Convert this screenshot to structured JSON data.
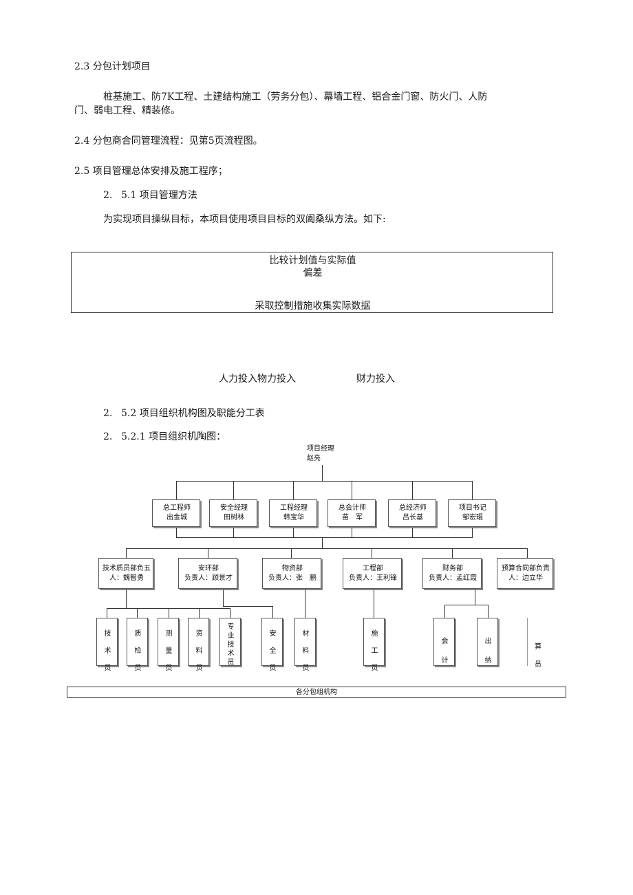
{
  "doc": {
    "s23_heading": "2.3 分包计划项目",
    "s23_body_line1": "桩基施工、防7K工程、土建结构施工（劳务分包）、幕墙工程、铝合金门窗、防火门、人防",
    "s23_body_line2": "门、弱电工程、精装修。",
    "s24": "2.4 分包商合同管理流程：见第5页流程图。",
    "s25": "2.5 项目管理总体安排及施工程序；",
    "s251_num": "2.",
    "s251_title": "5.1 项目管理方法",
    "s251_body": "为实现项目操纵目标，本项目使用项目目标的双阖桑纵方法。如下:",
    "control_box": {
      "line1": "比较计划值与实际值",
      "line2": "偏差",
      "line3": "采取控制措施收集实际数据"
    },
    "inputs_left": "人力投入物力投入",
    "inputs_right": "财力投入",
    "s252_num": "2.",
    "s252_title": "5.2 项目组织机构图及职能分工表",
    "s2521_num": "2.",
    "s2521_title": "5.2.1 项目组织机陶图："
  },
  "org": {
    "top": {
      "title": "项目经理",
      "name": "赵亮"
    },
    "level2": [
      {
        "title": "总工程师",
        "name": "出金城"
      },
      {
        "title": "安全经理",
        "name": "田树林"
      },
      {
        "title": "工程经理",
        "name": "韩宝华"
      },
      {
        "title": "总会计师",
        "name": "苗　军"
      },
      {
        "title": "总经济师",
        "name": "吕长基"
      },
      {
        "title": "项目书记",
        "name": "邹宏琨"
      }
    ],
    "level3": [
      {
        "line1": "技术质员部负五",
        "line2": "人：魏智勇"
      },
      {
        "line1": "安环部",
        "line2": "负责人：顾景才"
      },
      {
        "line1": "物资部",
        "line2": "负责人：张　鹏"
      },
      {
        "line1": "工程部",
        "line2": "负责人：王利锋"
      },
      {
        "line1": "财务部",
        "line2": "负责人：孟红霞"
      },
      {
        "line1": "预算合同部负责",
        "line2": "人：边立华"
      }
    ],
    "level4": [
      {
        "chars": [
          "技",
          "术",
          "员"
        ]
      },
      {
        "chars": [
          "质",
          "检",
          "员"
        ]
      },
      {
        "chars": [
          "测",
          "量",
          "员"
        ]
      },
      {
        "chars": [
          "资",
          "料",
          "员"
        ]
      },
      {
        "chars": [
          "专",
          "业",
          "技",
          "术",
          "员"
        ]
      },
      {
        "chars": [
          "安",
          "全",
          "员"
        ]
      },
      {
        "chars": [
          "材",
          "料",
          "员"
        ]
      },
      {
        "chars": [
          "施",
          "工",
          "员"
        ]
      },
      {
        "chars": [
          "会",
          "计"
        ]
      },
      {
        "chars": [
          "出",
          "纳"
        ]
      },
      {
        "chars": [
          "算",
          "员"
        ]
      }
    ],
    "bottom": "各分包组机构"
  }
}
